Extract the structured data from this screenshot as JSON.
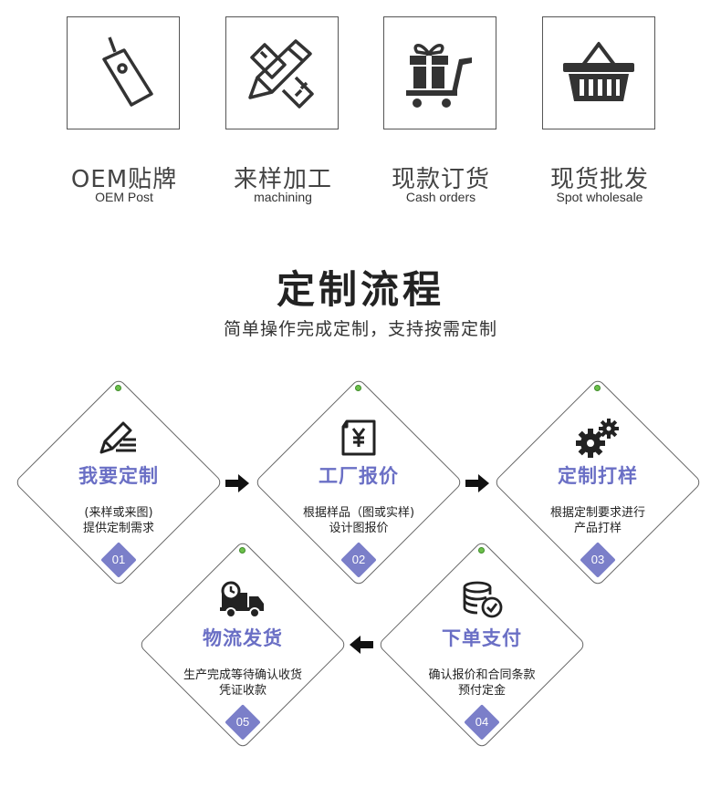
{
  "services": [
    {
      "icon": "tag-icon",
      "cn": "OEM贴牌",
      "en": "OEM Post"
    },
    {
      "icon": "pencil-ruler-icon",
      "cn": "来样加工",
      "en": "machining"
    },
    {
      "icon": "gift-cart-icon",
      "cn": "现款订货",
      "en": "Cash orders"
    },
    {
      "icon": "basket-icon",
      "cn": "现货批发",
      "en": "Spot wholesale"
    }
  ],
  "process": {
    "title": "定制流程",
    "subtitle": "简单操作完成定制，支持按需定制"
  },
  "steps": [
    {
      "icon": "edit-icon",
      "title": "我要定制",
      "desc1": "(来样或来图)",
      "desc2": "提供定制需求",
      "num": "01"
    },
    {
      "icon": "price-doc-icon",
      "title": "工厂报价",
      "desc1": "根据样品（图或实样)",
      "desc2": "设计图报价",
      "num": "02"
    },
    {
      "icon": "gears-icon",
      "title": "定制打样",
      "desc1": "根据定制要求进行",
      "desc2": "产品打样",
      "num": "03"
    },
    {
      "icon": "coins-check-icon",
      "title": "下单支付",
      "desc1": "确认报价和合同条款",
      "desc2": "预付定金",
      "num": "04"
    },
    {
      "icon": "delivery-truck-icon",
      "title": "物流发货",
      "desc1": "生产完成等待确认收货",
      "desc2": "凭证收款",
      "num": "05"
    }
  ],
  "colors": {
    "accent": "#6a6fc5",
    "badge": "#7b7fc9",
    "dot": "#6cc04a"
  }
}
